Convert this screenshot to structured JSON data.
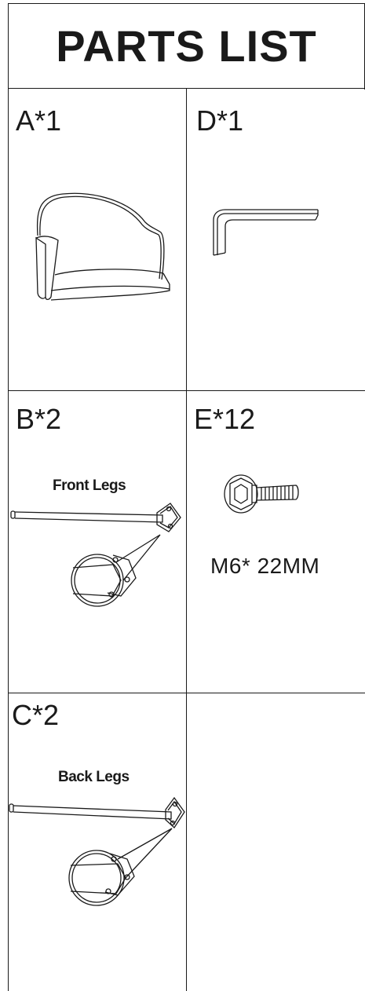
{
  "title": "PARTS LIST",
  "parts": [
    {
      "label": "A*1",
      "icon": "chair-seat-icon"
    },
    {
      "label": "D*1",
      "icon": "allen-key-icon"
    },
    {
      "label": "B*2",
      "caption": "Front Legs",
      "icon": "front-leg-icon"
    },
    {
      "label": "E*12",
      "spec": "M6* 22MM",
      "icon": "bolt-icon"
    },
    {
      "label": "C*2",
      "caption": "Back Legs",
      "icon": "back-leg-icon"
    }
  ]
}
